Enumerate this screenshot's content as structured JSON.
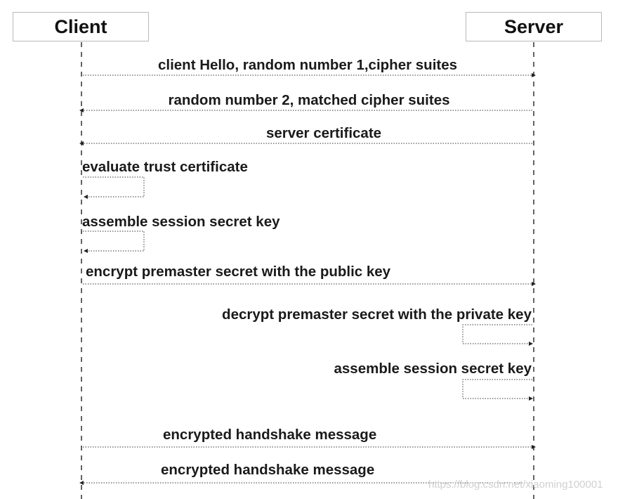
{
  "participants": {
    "client": "Client",
    "server": "Server"
  },
  "messages": [
    "client Hello, random number 1,cipher suites",
    "random number 2, matched cipher suites",
    "server certificate",
    "evaluate trust certificate",
    "assemble session secret key",
    "encrypt premaster secret with the public key",
    "decrypt premaster secret with the private key",
    "assemble session secret key",
    "encrypted handshake message",
    "encrypted handshake message"
  ],
  "watermark": "https://blog.csdn.net/xiaoming100001"
}
